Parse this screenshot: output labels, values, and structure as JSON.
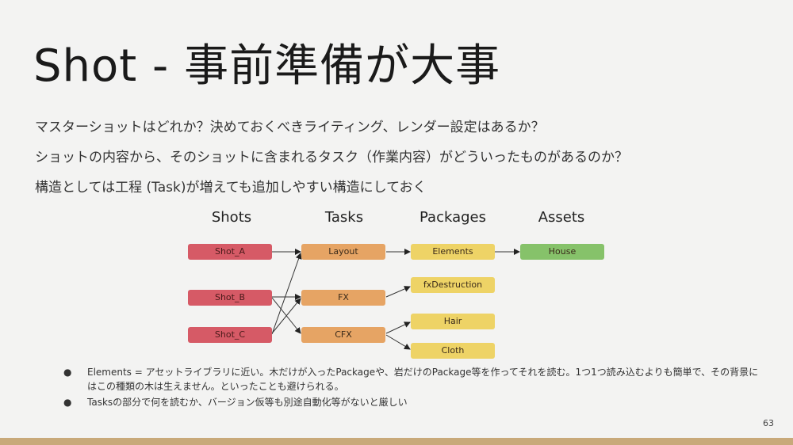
{
  "title": "Shot - 事前準備が大事",
  "lines": [
    "マスターショットはどれか？決めておくべきライティング、レンダー設定はあるか？",
    "ショットの内容から、そのショットに含まれるタスク（作業内容）がどういったものがあるのか？",
    "構造としては工程 (Task)が増えても追加しやすい構造にしておく"
  ],
  "diagram": {
    "headers": {
      "shots": "Shots",
      "tasks": "Tasks",
      "packages": "Packages",
      "assets": "Assets"
    },
    "shots": [
      "Shot_A",
      "Shot_B",
      "Shot_C"
    ],
    "tasks": [
      "Layout",
      "FX",
      "CFX"
    ],
    "packages": [
      "Elements",
      "fxDestruction",
      "Hair",
      "Cloth"
    ],
    "assets": [
      "House"
    ],
    "colors": {
      "shot": "#d65a66",
      "task": "#e6a464",
      "package": "#eed366",
      "asset": "#86c26a"
    }
  },
  "bullets": [
    "Elements = アセットライブラリに近い。木だけが入ったPackageや、岩だけのPackage等を作ってそれを読む。1つ1つ読み込むよりも簡単で、その背景にはこの種類の木は生えません。といったことも避けられる。",
    "Tasksの部分で何を読むか、バージョン仮等も別途自動化等がないと厳しい"
  ],
  "bullet_glyph": "●",
  "page_number": "63"
}
